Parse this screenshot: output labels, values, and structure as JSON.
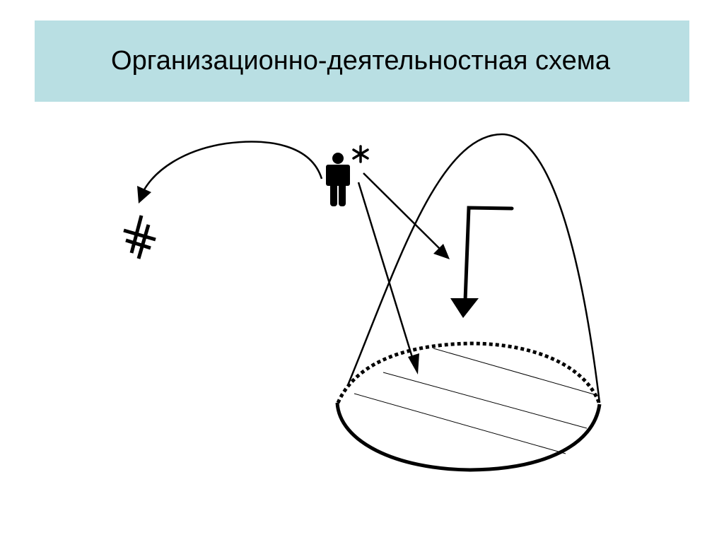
{
  "slide": {
    "title": "Организационно-деятельностная схема",
    "banner_color": "#b9dfe3",
    "background_color": "#ffffff",
    "ink_color": "#000000"
  },
  "diagram": {
    "elements": [
      {
        "name": "person-figure",
        "icon": "person-icon"
      },
      {
        "name": "asterisk-marker",
        "icon": "asterisk-icon",
        "glyph": "*"
      },
      {
        "name": "hash-marker",
        "icon": "hash-icon",
        "glyph": "#"
      },
      {
        "name": "curved-arrow-to-hash",
        "icon": "curved-arrow-icon"
      },
      {
        "name": "arrow-to-cone-interior",
        "icon": "arrow-icon"
      },
      {
        "name": "arrow-to-cone-base",
        "icon": "arrow-icon"
      },
      {
        "name": "step-down-arrow",
        "icon": "step-arrow-icon"
      },
      {
        "name": "cone-outline",
        "icon": "cone-icon"
      },
      {
        "name": "cone-base-ellipse",
        "icon": "ellipse-icon"
      },
      {
        "name": "base-hatching",
        "icon": "hatch-lines-icon"
      }
    ]
  }
}
